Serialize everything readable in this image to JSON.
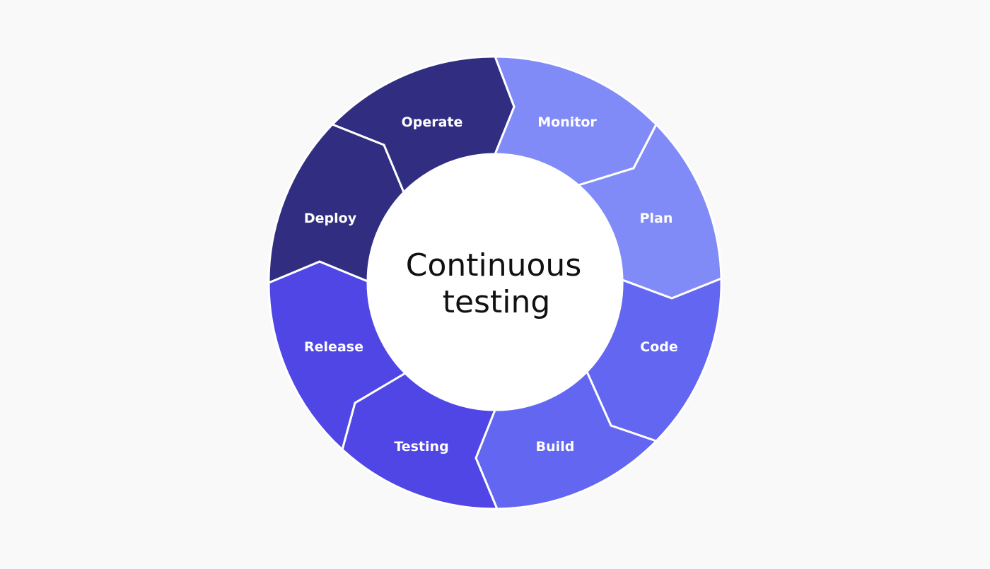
{
  "diagram": {
    "center": {
      "line1": "Continuous",
      "line2": "testing"
    },
    "segments": [
      {
        "key": "monitor",
        "label": "Monitor",
        "color": "#818bf8"
      },
      {
        "key": "plan",
        "label": "Plan",
        "color": "#818bf8"
      },
      {
        "key": "code",
        "label": "Code",
        "color": "#6366f1"
      },
      {
        "key": "build",
        "label": "Build",
        "color": "#6366f1"
      },
      {
        "key": "testing",
        "label": "Testing",
        "color": "#4f46e5"
      },
      {
        "key": "release",
        "label": "Release",
        "color": "#4f46e5"
      },
      {
        "key": "deploy",
        "label": "Deploy",
        "color": "#312e81"
      },
      {
        "key": "operate",
        "label": "Operate",
        "color": "#312e81"
      }
    ],
    "background_color": "#f9f9f9"
  }
}
